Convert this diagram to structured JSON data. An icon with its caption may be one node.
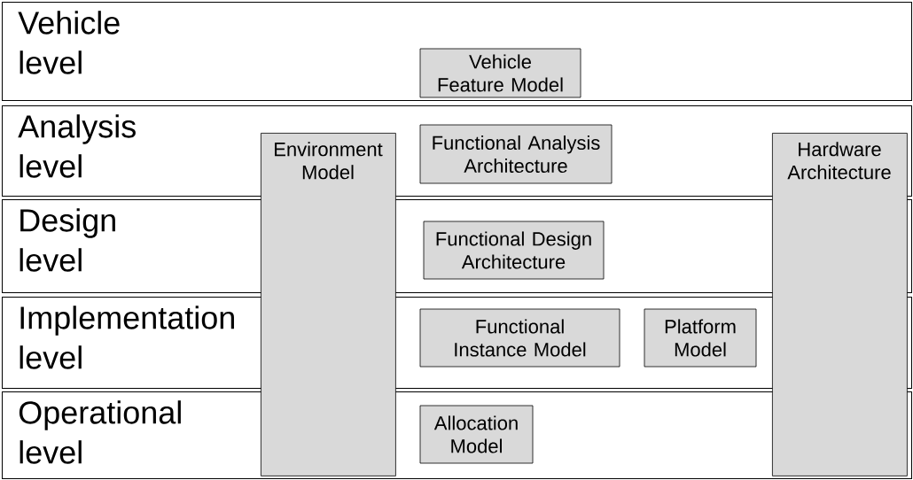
{
  "diagram": {
    "nodes": [
      {
        "text": [
          "Vehicle level"
        ]
      },
      {
        "text": [
          "Vehicle Feature Model"
        ],
        "in": 0
      },
      {
        "text": [
          "Analysis level"
        ]
      },
      {
        "text": [
          "Environment Model"
        ]
      },
      {
        "text": [
          "Functional Analysis Architecture"
        ],
        "in": 2
      },
      {
        "text": [
          "Hardware Architecture"
        ]
      },
      {
        "text": [
          "Design level"
        ]
      },
      {
        "text": [
          "Functional Design Architecture"
        ],
        "in": 6
      },
      {
        "text": [
          "Implementation level"
        ]
      },
      {
        "text": [
          "Functional Instance Model"
        ],
        "in": 8
      },
      {
        "text": [
          "Platform Model"
        ],
        "in": 8
      },
      {
        "text": [
          "Operational level"
        ]
      },
      {
        "text": [
          "Allocation Model"
        ],
        "in": 11
      }
    ]
  }
}
